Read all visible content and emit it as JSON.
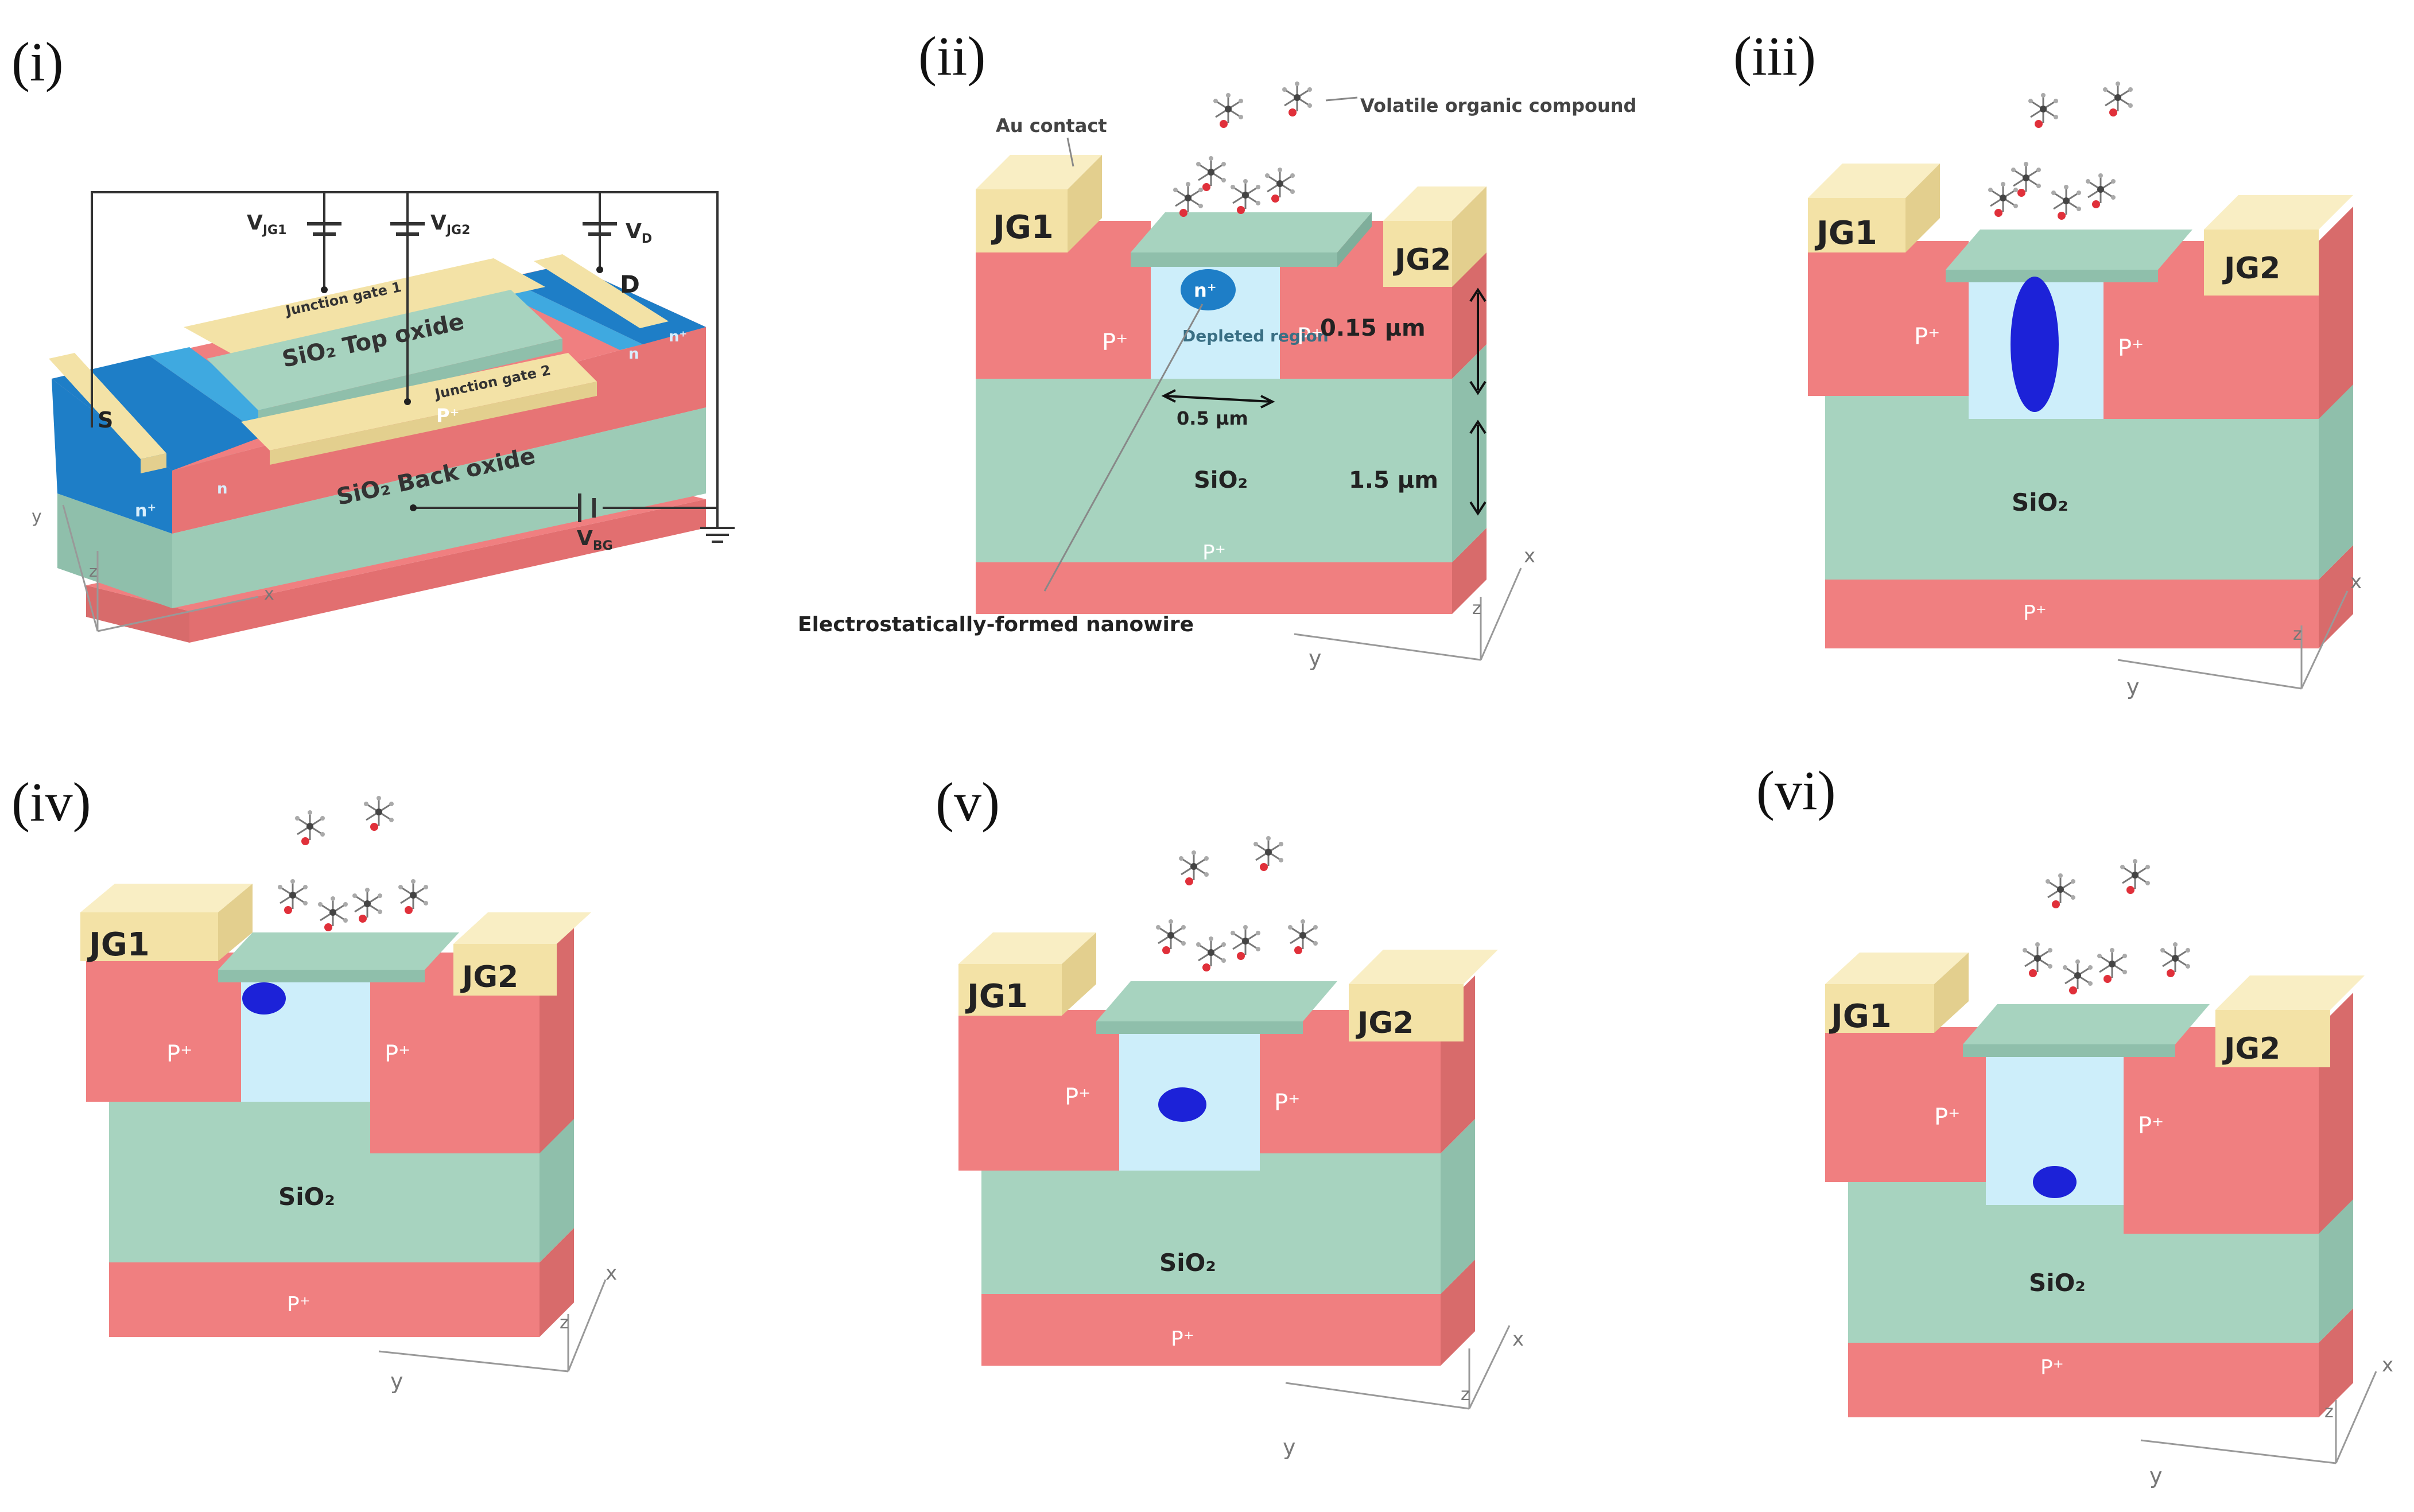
{
  "colors": {
    "p_region": "#f07f80",
    "p_region_side": "#d86b6b",
    "oxide": "#a7d3bf",
    "oxide_side": "#8fbfab",
    "gold": "#f3e2a6",
    "gold_side": "#e3cf8e",
    "depletion": "#cdeefa",
    "nanowire": "#1c22d8",
    "n_plus": "#1e7ec7",
    "n_light": "#3fa9e0",
    "dark_text": "#2b2b2b"
  },
  "panels": {
    "i": {
      "label": "(i)",
      "v_jg1": "V",
      "v_jg1_sub": "JG1",
      "v_jg2": "V",
      "v_jg2_sub": "JG2",
      "v_d": "V",
      "v_d_sub": "D",
      "v_bg": "V",
      "v_bg_sub": "BG",
      "junction_gate_1": "Junction gate 1",
      "junction_gate_2": "Junction gate 2",
      "top_oxide": "SiO₂ Top oxide",
      "back_oxide": "SiO₂ Back oxide",
      "source": "S",
      "drain": "D",
      "n_plus": "n⁺",
      "n": "n",
      "p_plus": "P⁺",
      "axis_x": "x",
      "axis_y": "y",
      "axis_z": "z"
    },
    "ii": {
      "label": "(ii)",
      "au_contact": "Au contact",
      "voc": "Volatile organic compound",
      "jg1": "JG1",
      "jg2": "JG2",
      "p_plus": "P⁺",
      "n_plus": "n⁺",
      "depleted_region": "Depleted region",
      "dim_015": "0.15 μm",
      "dim_05": "0.5 μm",
      "dim_15": "1.5 μm",
      "sio2": "SiO₂",
      "nanowire_label": "Electrostatically-formed nanowire",
      "axis_x": "x",
      "axis_y": "y",
      "axis_z": "z"
    },
    "iii": {
      "label": "(iii)",
      "jg1": "JG1",
      "jg2": "JG2",
      "p_plus": "P⁺",
      "sio2": "SiO₂",
      "axis_x": "x",
      "axis_y": "y",
      "axis_z": "z"
    },
    "iv": {
      "label": "(iv)",
      "jg1": "JG1",
      "jg2": "JG2",
      "p_plus": "P⁺",
      "sio2": "SiO₂",
      "axis_x": "x",
      "axis_y": "y",
      "axis_z": "z"
    },
    "v": {
      "label": "(v)",
      "jg1": "JG1",
      "jg2": "JG2",
      "p_plus": "P⁺",
      "sio2": "SiO₂",
      "axis_x": "x",
      "axis_y": "y",
      "axis_z": "z"
    },
    "vi": {
      "label": "(vi)",
      "jg1": "JG1",
      "jg2": "JG2",
      "p_plus": "P⁺",
      "sio2": "SiO₂",
      "axis_x": "x",
      "axis_y": "y",
      "axis_z": "z"
    }
  }
}
